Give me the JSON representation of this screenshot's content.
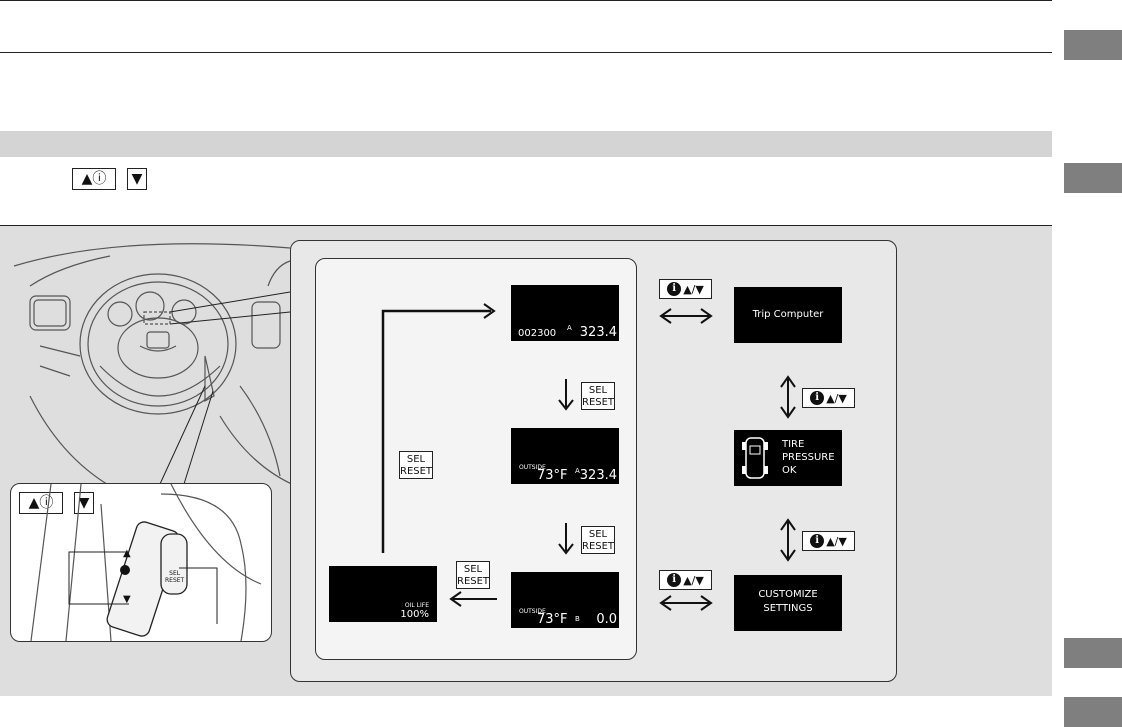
{
  "side_tabs": [
    "",
    "",
    "",
    ""
  ],
  "keys": {
    "up_info": "▲ⓘ",
    "down": "▼"
  },
  "buttons": {
    "sel_reset": [
      "SEL",
      "RESET"
    ],
    "info_arrows": "▲/▼"
  },
  "displays": {
    "odometer": {
      "odo": "002300",
      "trip_marker": "A",
      "trip": "323.4"
    },
    "outside": {
      "label": "OUTSIDE",
      "temp": "73°F",
      "trip_marker": "A",
      "trip": "323.4"
    },
    "outside2": {
      "label": "OUTSIDE",
      "temp": "73°F",
      "trip_marker": "B",
      "trip": "0.0"
    },
    "oil": {
      "label": "OIL LIFE",
      "value": "100%"
    },
    "trip_computer": "Trip Computer",
    "tire": [
      "TIRE",
      "PRESSURE",
      "OK"
    ],
    "customize": [
      "CUSTOMIZE",
      "SETTINGS"
    ]
  },
  "switch_label": [
    "SEL",
    "RESET"
  ]
}
